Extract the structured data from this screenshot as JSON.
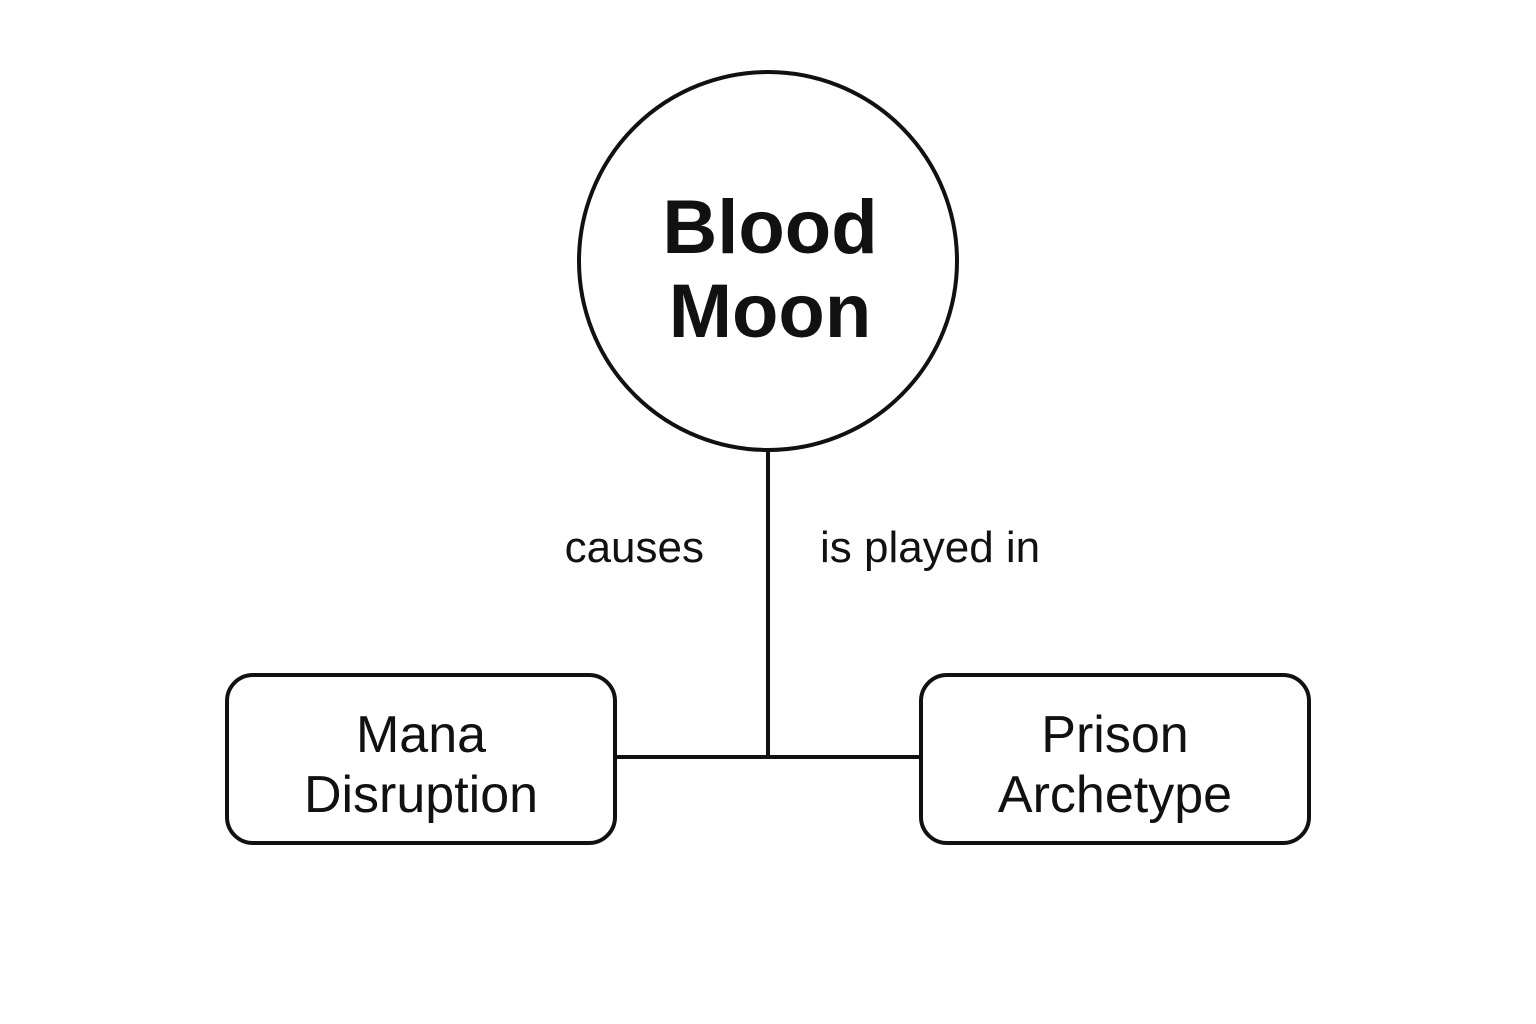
{
  "diagram": {
    "root": {
      "line1": "Blood",
      "line2": "Moon"
    },
    "edges": {
      "left": "causes",
      "right": "is played in"
    },
    "nodes": {
      "left": {
        "line1": "Mana",
        "line2": "Disruption"
      },
      "right": {
        "line1": "Prison",
        "line2": "Archetype"
      }
    }
  },
  "colors": {
    "stroke": "#111111",
    "background": "#ffffff"
  }
}
